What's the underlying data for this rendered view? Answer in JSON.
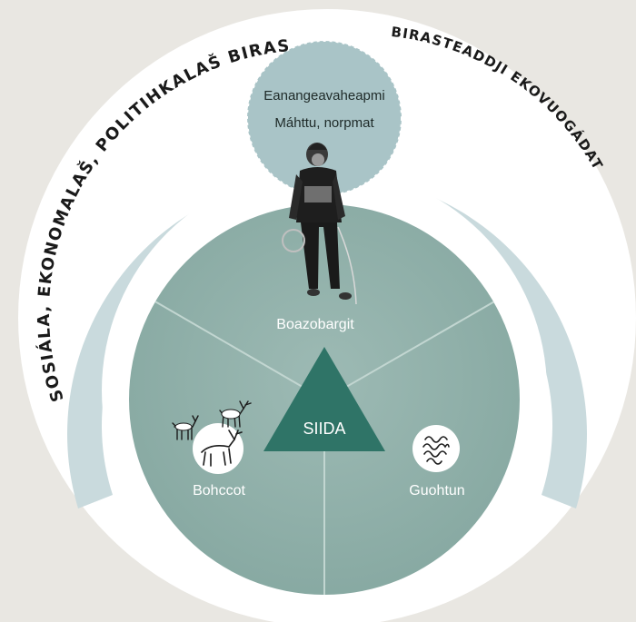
{
  "outer_ring": {
    "left_label": "SOSIÁLA, EKONOMALAŠ, POLITIHKALAŠ BIRAS",
    "right_label": "BIRASTEADDJI EKOVUOGÁDAT"
  },
  "top_circle": {
    "line1": "Eanangeavaheapmi",
    "line2": "Máhttu, norpmat"
  },
  "center": {
    "label": "SIIDA"
  },
  "sectors": {
    "top": "Boazobargit",
    "left": "Bohccot",
    "right": "Guohtun"
  },
  "colors": {
    "background": "#e9e7e2",
    "outer_disc": "#ffffff",
    "ring": "#c9dadd",
    "top_circle": "#a9c4c7",
    "inner_disc": "#8fb0aa",
    "triangle": "#2f7467"
  },
  "icons": [
    "person-herder-icon",
    "reindeer-icon",
    "lichen-icon"
  ]
}
